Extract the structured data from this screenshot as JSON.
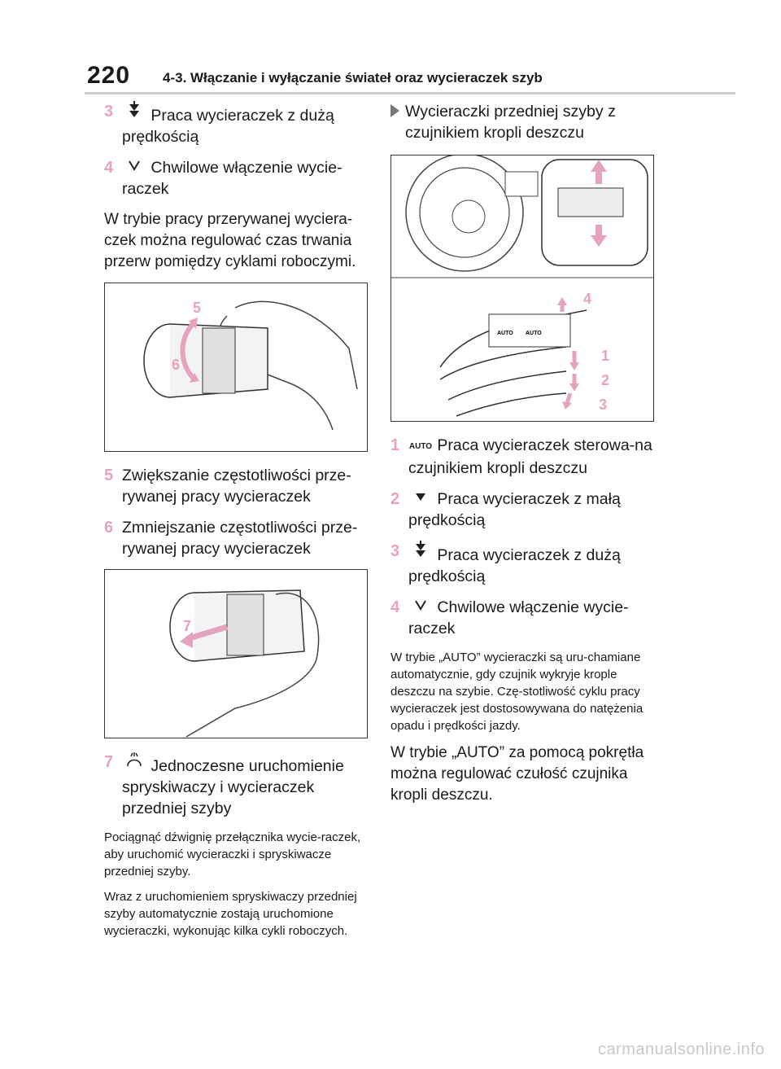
{
  "header": {
    "page_number": "220",
    "chapter_title": "4-3. Włączanie i wyłączanie świateł oraz wycieraczek szyb"
  },
  "left": {
    "item3": {
      "num": "3",
      "text": "Praca wycieraczek z dużą prędkością"
    },
    "item4": {
      "num": "4",
      "text": "Chwilowe włączenie wycie-raczek"
    },
    "para1": "W trybie pracy przerywanej wyciera-czek można regulować czas trwania przerw pomiędzy cyklami roboczymi.",
    "fig1_labels": {
      "a": "5",
      "b": "6"
    },
    "item5": {
      "num": "5",
      "text": "Zwiększanie częstotliwości prze-rywanej pracy wycieraczek"
    },
    "item6": {
      "num": "6",
      "text": "Zmniejszanie częstotliwości prze-rywanej pracy wycieraczek"
    },
    "fig2_labels": {
      "a": "7"
    },
    "item7": {
      "num": "7",
      "text": "Jednoczesne uruchomienie spryskiwaczy i wycieraczek przedniej szyby"
    },
    "small1": "Pociągnąć dźwignię przełącznika wycie-raczek, aby uruchomić wycieraczki i spryskiwacze przedniej szyby.",
    "small2": "Wraz z uruchomieniem spryskiwaczy przedniej szyby automatycznie zostają uruchomione wycieraczki, wykonując kilka cykli roboczych."
  },
  "right": {
    "bullet": "Wycieraczki przedniej szyby z czujnikiem kropli deszczu",
    "fig3_labels": {
      "a": "4",
      "b": "1",
      "c": "2",
      "d": "3",
      "auto1": "AUTO",
      "auto2": "AUTO"
    },
    "item1": {
      "num": "1",
      "sym": "AUTO",
      "text": "Praca wycieraczek sterowa-na czujnikiem kropli deszczu"
    },
    "item2": {
      "num": "2",
      "text": "Praca wycieraczek z małą prędkością"
    },
    "item3": {
      "num": "3",
      "text": "Praca wycieraczek z dużą prędkością"
    },
    "item4": {
      "num": "4",
      "text": "Chwilowe włączenie wycie-raczek"
    },
    "small1": "W trybie „AUTO” wycieraczki są uru-chamiane automatycznie, gdy czujnik wykryje krople deszczu na szybie. Czę-stotliwość cyklu pracy wycieraczek jest dostosowywana do natężenia opadu i prędkości jazdy.",
    "para1": "W trybie „AUTO” za pomocą pokrętła można regulować czułość czujnika kropli deszczu."
  },
  "footer": {
    "watermark": "carmanualsonline.info"
  },
  "colors": {
    "accent": "#e6a3bf",
    "text": "#1a1a1a",
    "rule": "#cfcfcf"
  }
}
